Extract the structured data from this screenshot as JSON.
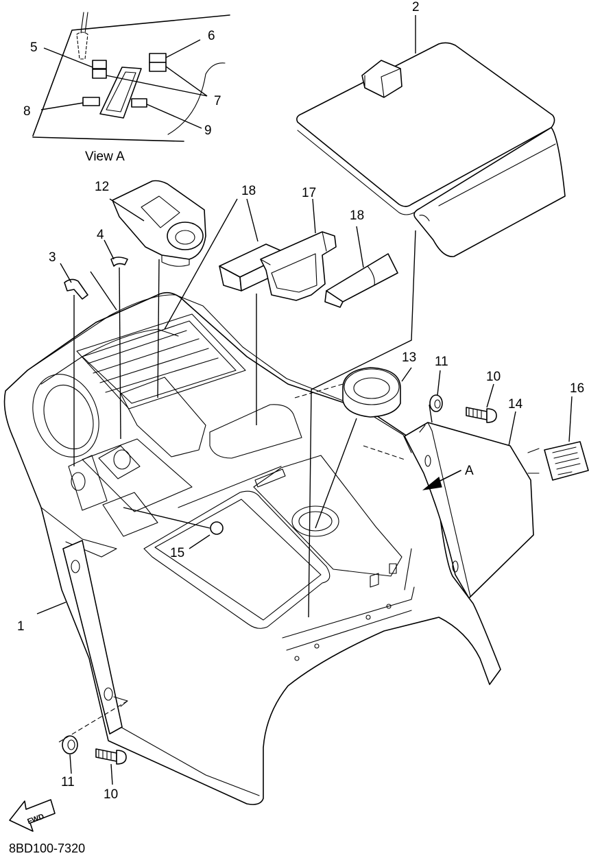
{
  "diagram": {
    "view_label": "View A",
    "drawing_code": "8BD100-7320",
    "fwd_label": "FWD",
    "arrow_label": "A",
    "callouts": {
      "c1": "1",
      "c2": "2",
      "c3": "3",
      "c4": "4",
      "c5": "5",
      "c6": "6",
      "c7": "7",
      "c8": "8",
      "c9": "9",
      "c10a": "10",
      "c10b": "10",
      "c11a": "11",
      "c11b": "11",
      "c12": "12",
      "c13": "13",
      "c14": "14",
      "c15": "15",
      "c16": "16",
      "c17": "17",
      "c18a": "18",
      "c18b": "18"
    }
  }
}
